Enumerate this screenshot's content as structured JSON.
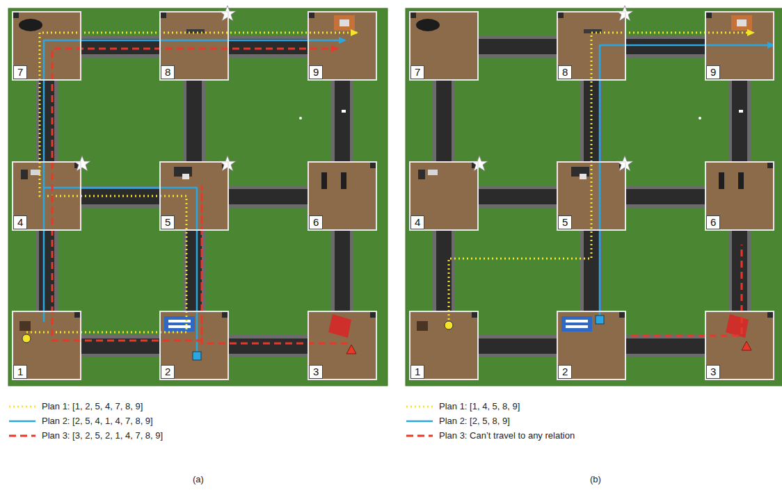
{
  "diagram": {
    "nodes": [
      {
        "text": [
          "7"
        ]
      },
      {
        "text": [
          "8"
        ]
      },
      {
        "text": [
          "9"
        ]
      },
      {
        "text": [
          "4"
        ]
      },
      {
        "text": [
          "5"
        ]
      },
      {
        "text": [
          "6"
        ]
      },
      {
        "text": [
          "1"
        ]
      },
      {
        "text": [
          "2"
        ]
      },
      {
        "text": [
          "3"
        ]
      },
      {
        "text": [
          "7"
        ]
      },
      {
        "text": [
          "8"
        ]
      },
      {
        "text": [
          "9"
        ]
      },
      {
        "text": [
          "4"
        ]
      },
      {
        "text": [
          "5"
        ]
      },
      {
        "text": [
          "6"
        ]
      },
      {
        "text": [
          "1"
        ]
      },
      {
        "text": [
          "2"
        ]
      },
      {
        "text": [
          "3"
        ]
      }
    ],
    "labels": [
      "(a)",
      "(b)"
    ],
    "legend": [
      {
        "text": "Plan 1: [1, 2, 5, 4, 7, 8, 9]"
      },
      {
        "text": "Plan 2: [2, 5, 4, 1, 4, 7, 8, 9]"
      },
      {
        "text": "Plan 3: [3, 2, 5, 2, 1, 4, 7, 8, 9]"
      },
      {
        "text": "Plan 1: [1, 4, 5, 8, 9]"
      },
      {
        "text": "Plan 2: [2, 5, 8, 9]"
      },
      {
        "text": "Plan 3: Can’t travel to any relation"
      }
    ]
  }
}
